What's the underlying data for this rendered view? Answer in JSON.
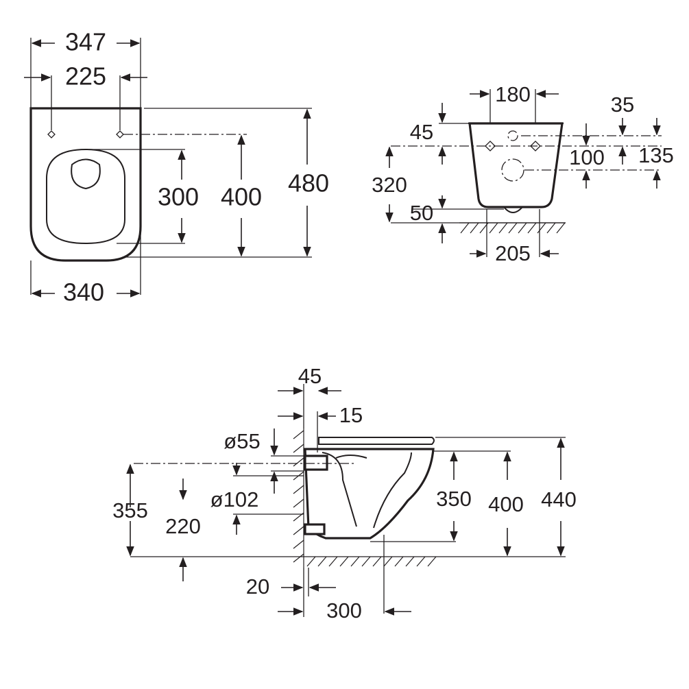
{
  "title": "Wall-hung toilet dimension drawing",
  "plan_view": {
    "overall_width": "347",
    "fixing_spacing": "225",
    "seat_opening_length": "300",
    "fixing_to_front": "400",
    "overall_length": "480",
    "bowl_width": "340"
  },
  "front_view": {
    "top_width": "180",
    "d35": "35",
    "d45": "45",
    "d100": "100",
    "d135": "135",
    "d320": "320",
    "d50": "50",
    "base_width": "205"
  },
  "side_view": {
    "d45": "45",
    "d15": "15",
    "inlet_diameter": "ø55",
    "d355": "355",
    "d220": "220",
    "outlet_diameter": "ø102",
    "d350": "350",
    "d400": "400",
    "d440": "440",
    "d20": "20",
    "d300": "300"
  }
}
